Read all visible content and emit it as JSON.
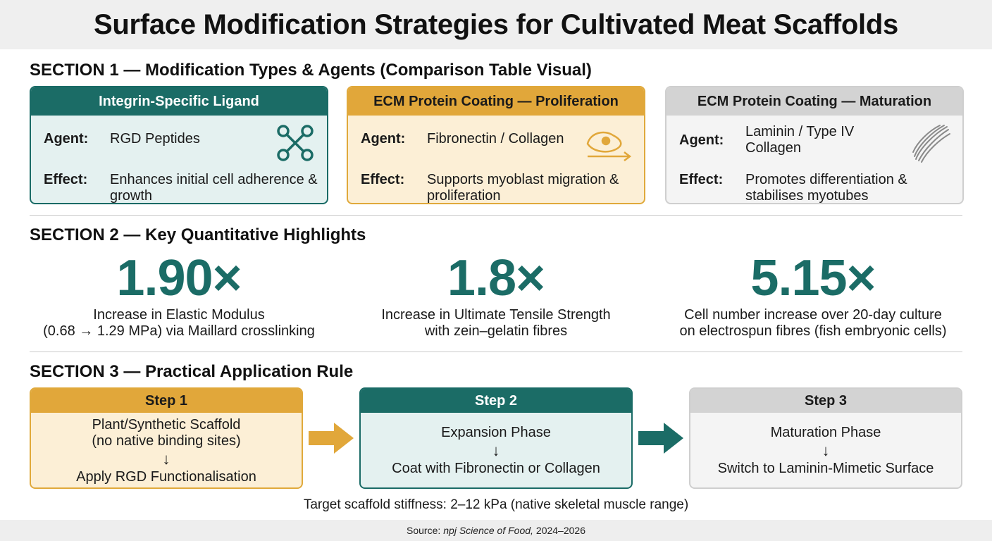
{
  "title": "Surface Modification Strategies for Cultivated Meat Scaffolds",
  "section1": {
    "heading": "SECTION 1 — Modification Types & Agents (Comparison Table Visual)",
    "agent_label": "Agent:",
    "effect_label": "Effect:",
    "cards": [
      {
        "title": "Integrin-Specific Ligand",
        "agent": "RGD Peptides",
        "effect": "Enhances initial cell adherence & growth",
        "icon": "molecule-icon"
      },
      {
        "title": "ECM Protein Coating — Proliferation",
        "agent": "Fibronectin / Collagen",
        "effect": "Supports myoblast migration & proliferation",
        "icon": "migrating-cell-icon"
      },
      {
        "title": "ECM Protein Coating — Maturation",
        "agent": "Laminin / Type IV Collagen",
        "effect": "Promotes differentiation & stabilises myotubes",
        "icon": "muscle-fibre-icon"
      }
    ]
  },
  "section2": {
    "heading": "SECTION 2 — Key Quantitative Highlights",
    "stats": [
      {
        "value": "1.90×",
        "line1": "Increase in Elastic Modulus",
        "line2": "(0.68 → 1.29 MPa) via Maillard crosslinking"
      },
      {
        "value": "1.8×",
        "line1": "Increase in Ultimate Tensile Strength",
        "line2": "with zein–gelatin fibres"
      },
      {
        "value": "5.15×",
        "line1": "Cell number increase over 20-day culture",
        "line2": "on electrospun fibres (fish embryonic cells)"
      }
    ]
  },
  "section3": {
    "heading": "SECTION 3 — Practical Application Rule",
    "arrow_glyph": "↓",
    "steps": [
      {
        "label": "Step 1",
        "line1": "Plant/Synthetic Scaffold",
        "line2": "(no native binding sites)",
        "action": "Apply RGD Functionalisation"
      },
      {
        "label": "Step 2",
        "line1": "Expansion Phase",
        "line2": "",
        "action": "Coat with Fibronectin or Collagen"
      },
      {
        "label": "Step 3",
        "line1": "Maturation Phase",
        "line2": "",
        "action": "Switch to Laminin-Mimetic Surface"
      }
    ],
    "note": "Target scaffold stiffness: 2–12 kPa (native skeletal muscle range)"
  },
  "source": {
    "prefix": "Source:",
    "journal": "npj Science of Food,",
    "years": "2024–2026"
  },
  "colors": {
    "teal": "#1b6c66",
    "gold": "#e1a73a",
    "grey": "#d3d3d3"
  }
}
